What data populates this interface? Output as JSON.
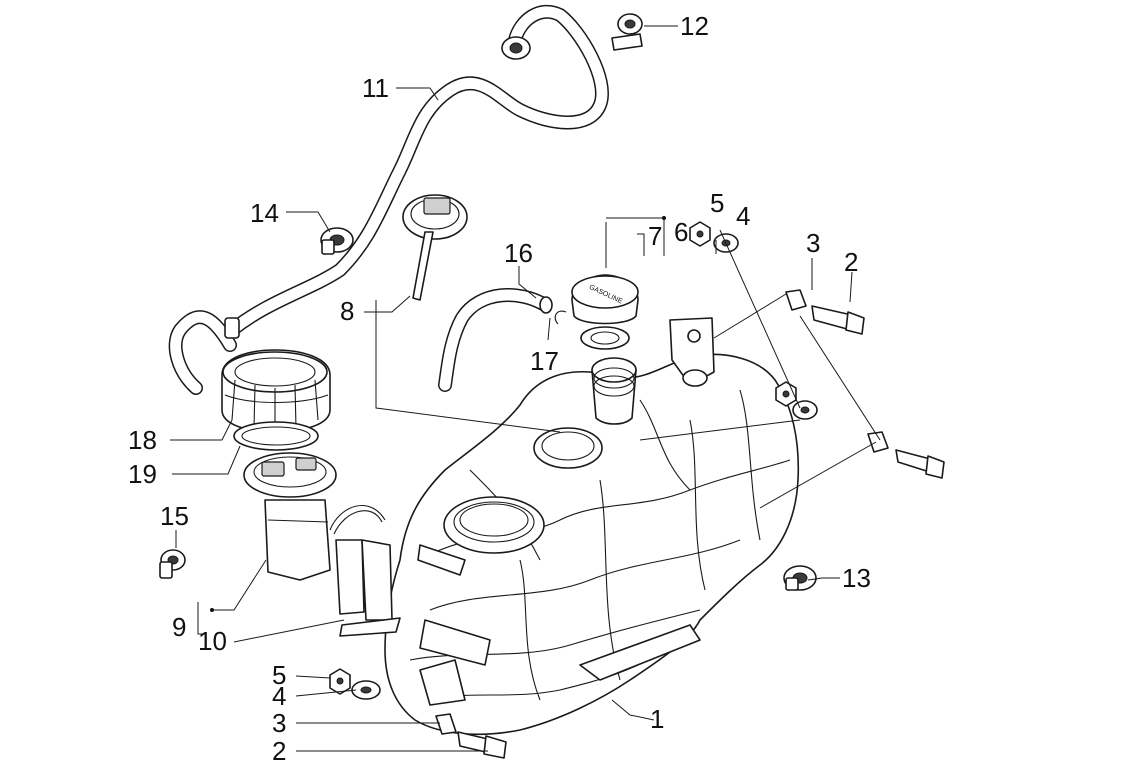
{
  "diagram": {
    "labels": [
      {
        "id": "L1",
        "text": "1"
      },
      {
        "id": "L2a",
        "text": "2"
      },
      {
        "id": "L3a",
        "text": "3"
      },
      {
        "id": "L4a",
        "text": "4"
      },
      {
        "id": "L5a",
        "text": "5"
      },
      {
        "id": "L6",
        "text": "6"
      },
      {
        "id": "L7",
        "text": "7"
      },
      {
        "id": "L8",
        "text": "8"
      },
      {
        "id": "L9",
        "text": "9"
      },
      {
        "id": "L10",
        "text": "10"
      },
      {
        "id": "L11",
        "text": "11"
      },
      {
        "id": "L12",
        "text": "12"
      },
      {
        "id": "L13",
        "text": "13"
      },
      {
        "id": "L14",
        "text": "14"
      },
      {
        "id": "L15",
        "text": "15"
      },
      {
        "id": "L16",
        "text": "16"
      },
      {
        "id": "L17",
        "text": "17"
      },
      {
        "id": "L18",
        "text": "18"
      },
      {
        "id": "L19",
        "text": "19"
      },
      {
        "id": "L2b",
        "text": "2"
      },
      {
        "id": "L3b",
        "text": "3"
      },
      {
        "id": "L4b",
        "text": "4"
      },
      {
        "id": "L5b",
        "text": "5"
      }
    ],
    "cap_text": "GASOLINE"
  }
}
